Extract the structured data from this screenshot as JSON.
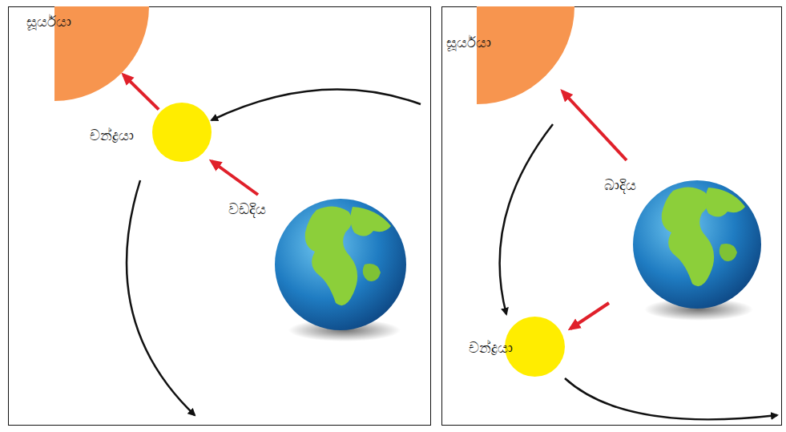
{
  "diagram": {
    "nodes": [
      {
        "text": [
          "සූර්යයා"
        ]
      },
      {
        "text": [
          "චන්ද්‍රයා"
        ]
      },
      {
        "text": [
          "සූර්යයා"
        ]
      },
      {
        "text": [
          "චන්ද්‍රයා"
        ]
      }
    ],
    "edges": [
      {
        "from": 1,
        "to": 0,
        "arrow": "to"
      }
    ],
    "labels": [
      "වඩදිය",
      "බාදිය"
    ]
  }
}
